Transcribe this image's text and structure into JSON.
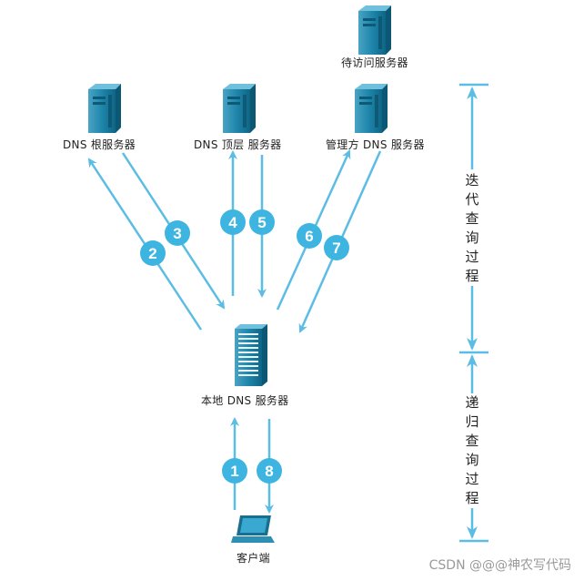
{
  "nodes": {
    "target_server": "待访问服务器",
    "root_dns": "DNS  根服务器",
    "tld_dns": "DNS  顶层  服务器",
    "auth_dns": "管理方  DNS  服务器",
    "local_dns": "本地  DNS  服务器",
    "client": "客户端"
  },
  "steps": [
    "1",
    "2",
    "3",
    "4",
    "5",
    "6",
    "7",
    "8"
  ],
  "ranges": {
    "iterative": "迭代查询过程",
    "recursive": "递归查询过程"
  },
  "watermark": "CSDN @@@神农写代码",
  "colors": {
    "arrow": "#5bbde4",
    "badge": "#3eb5e0",
    "server": "#1b7fa3"
  }
}
